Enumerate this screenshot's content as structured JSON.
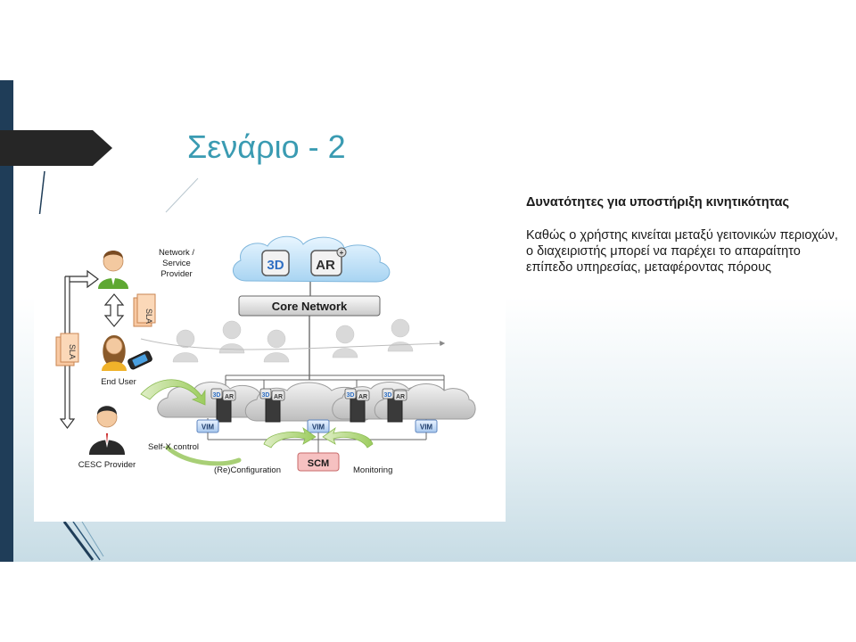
{
  "slide": {
    "title": "Σενάριο - 2",
    "colors": {
      "title": "#3a9bb2",
      "left_edge": "#1f3d58",
      "arrow_bar": "#262626"
    }
  },
  "text_panel": {
    "heading": "Δυνατότητες για υποστήριξη κινητικότητας",
    "body": "Καθώς ο χρήστης κινείται μεταξύ γειτονικών περιοχών, ο διαχειριστής μπορεί να παρέχει το απαραίτητο επίπεδο υπηρεσίας, μεταφέροντας πόρους"
  },
  "diagram": {
    "actors": {
      "network_provider": [
        "Network /",
        "Service",
        "Provider"
      ],
      "end_user": "End User",
      "cesc_provider": "CESC Provider"
    },
    "sla_labels": [
      "SLA",
      "SLA"
    ],
    "cloud_badges": [
      "3D",
      "AR"
    ],
    "core_network": "Core Network",
    "mini_badges": [
      "3D",
      "AR"
    ],
    "vim_labels": [
      "VIM",
      "VIM",
      "VIM"
    ],
    "scm": "SCM",
    "self_x_control": "Self-X control",
    "reconfiguration": "(Re)Configuration",
    "monitoring": "Monitoring",
    "icons": [
      "person-icon",
      "phone-icon",
      "cloud-icon",
      "server-icon",
      "document-icon",
      "arrow-icon"
    ]
  }
}
